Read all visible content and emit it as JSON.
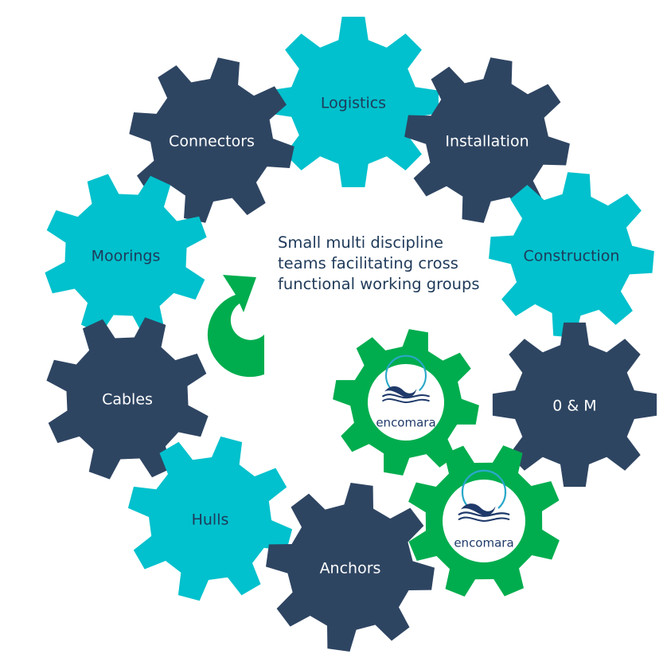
{
  "colors": {
    "navy": "#2e4562",
    "teal": "#00c1cd",
    "green": "#00ad4e",
    "dark_text": "#1f3a5a",
    "white": "#ffffff"
  },
  "gears": [
    {
      "id": "logistics",
      "label": "Logistics",
      "color": "teal"
    },
    {
      "id": "connectors",
      "label": "Connectors",
      "color": "navy"
    },
    {
      "id": "installation",
      "label": "Installation",
      "color": "navy"
    },
    {
      "id": "moorings",
      "label": "Moorings",
      "color": "teal"
    },
    {
      "id": "construction",
      "label": "Construction",
      "color": "teal"
    },
    {
      "id": "cables",
      "label": "Cables",
      "color": "navy"
    },
    {
      "id": "om",
      "label": "0 & M",
      "color": "navy"
    },
    {
      "id": "hulls",
      "label": "Hulls",
      "color": "teal"
    },
    {
      "id": "anchors",
      "label": "Anchors",
      "color": "navy"
    }
  ],
  "brand_gears": [
    {
      "id": "brand-1",
      "text": "encomara",
      "color": "green"
    },
    {
      "id": "brand-2",
      "text": "encomara",
      "color": "green"
    }
  ],
  "center": {
    "lines": [
      "Small multi discipline",
      "teams facilitating cross",
      "functional working groups"
    ]
  },
  "cycle_arrow": {
    "icon": "cycle-arrow-icon",
    "color": "green"
  }
}
